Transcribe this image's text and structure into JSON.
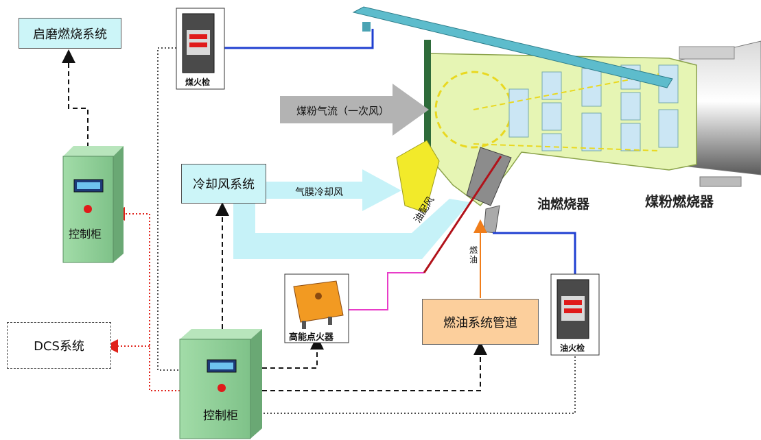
{
  "labels": {
    "qimo_system": "启磨燃烧系统",
    "dcs_system": "DCS系统",
    "cooling_wind_system": "冷却风系统",
    "fuel_pipeline": "燃油系统管道",
    "control_cabinet_upper": "控制柜",
    "control_cabinet_lower": "控制柜",
    "coal_flame_detector": "煤火检",
    "oil_flame_detector": "油火检",
    "igniter": "高能点火器",
    "coal_airflow": "煤粉气流（一次风）",
    "film_cooling_air": "气膜冷却风",
    "oil_air": "油配风",
    "fuel_oil": "燃油",
    "oil_burner": "油燃烧器",
    "coal_burner": "煤粉燃烧器"
  },
  "colors": {
    "box_cyan": "#ccf5f8",
    "cabinet_green": "#8fd09a",
    "fuel_box": "#fccf9c",
    "cool_air": "#c6f2f8",
    "coal_arrow": "#b3b3b3",
    "coal_line": "#1f3fd1",
    "magenta_line": "#e83cc8",
    "orange_line": "#f07d1a",
    "red_link": "#e0221a",
    "burner_body": "#e6f5b4",
    "tube_teal": "#5dbccc"
  }
}
